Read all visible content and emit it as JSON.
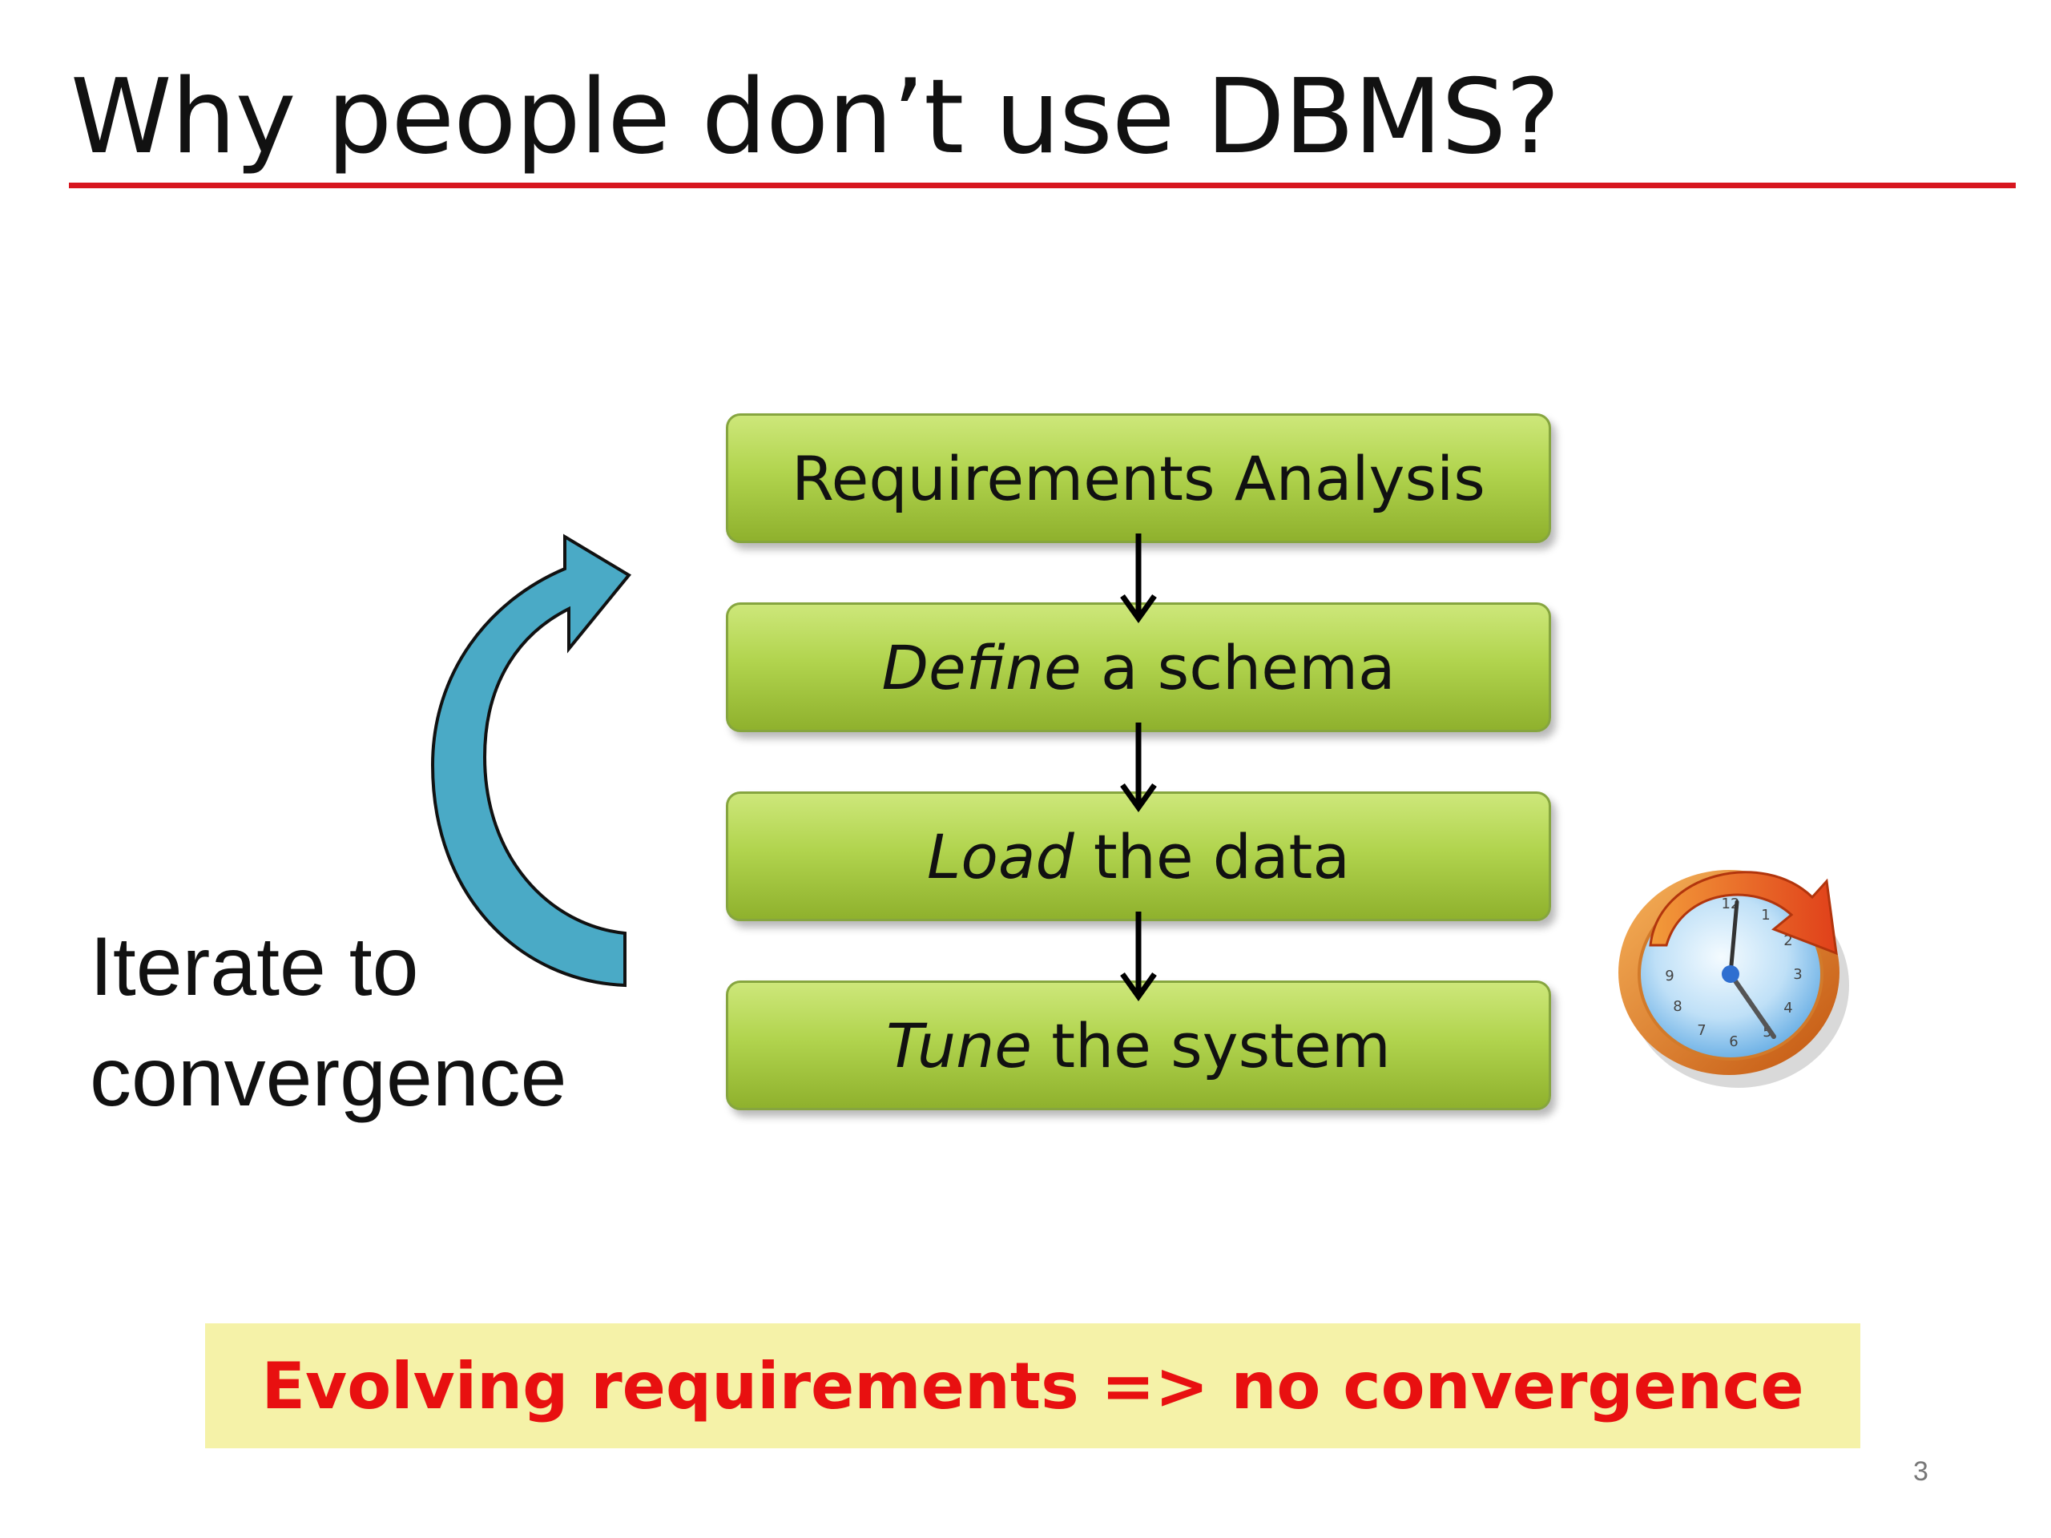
{
  "slide": {
    "title": "Why people don’t use DBMS?",
    "page_number": "3"
  },
  "steps": [
    {
      "emphasis": "",
      "text": "Requirements Analysis"
    },
    {
      "emphasis": "Define",
      "text": " a schema"
    },
    {
      "emphasis": "Load",
      "text": " the data"
    },
    {
      "emphasis": "Tune",
      "text": " the system"
    }
  ],
  "iterate": {
    "line1": "Iterate to",
    "line2": "convergence"
  },
  "clock_icon": "clock-refresh-icon",
  "cycle_icon": "circular-arrow-icon",
  "banner": {
    "text": "Evolving requirements => no convergence"
  },
  "colors": {
    "title_rule": "#d7161f",
    "step_fill": "#b1d44e",
    "cycle_arrow": "#4aaac6",
    "banner_bg": "#f5f2a8",
    "banner_text": "#e81010"
  }
}
